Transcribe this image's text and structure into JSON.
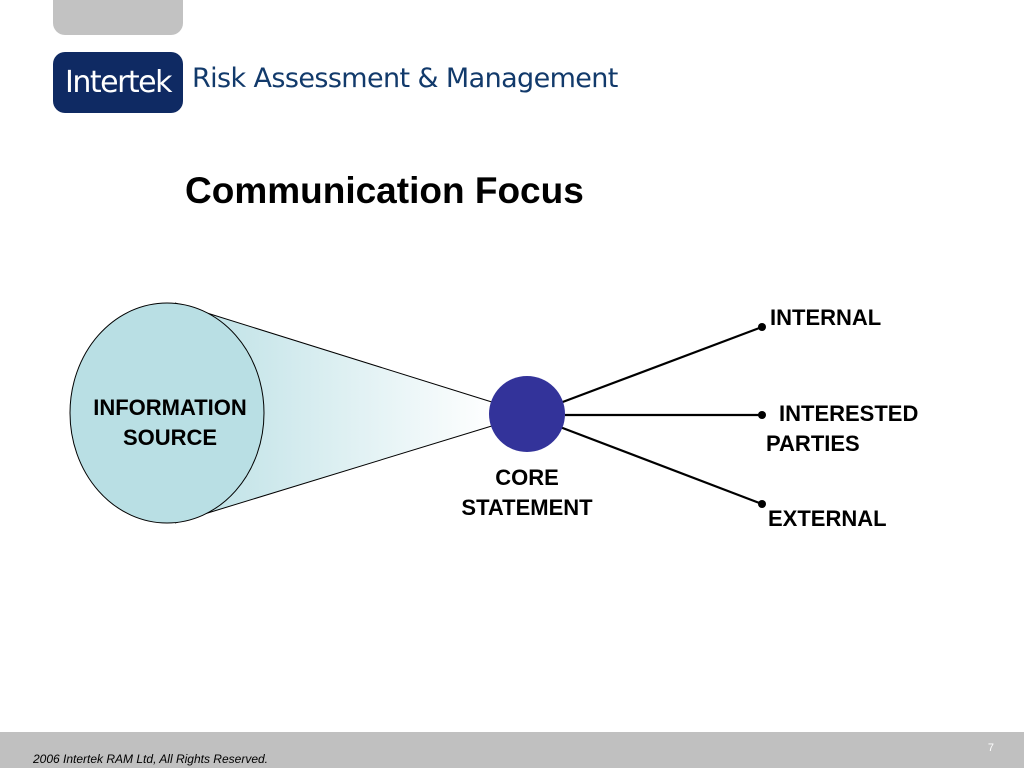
{
  "header": {
    "logo_text": "Intertek",
    "brand_text": "Risk Assessment & Management",
    "brand_color": "#123a6b",
    "logo_bg_color": "#0f2a63"
  },
  "slide": {
    "title": "Communication Focus"
  },
  "diagram": {
    "source": {
      "line1": "INFORMATION",
      "line2": "SOURCE",
      "fill": "#b9dfe4"
    },
    "core": {
      "line1": "CORE",
      "line2": "STATEMENT",
      "fill": "#33339a"
    },
    "targets": [
      {
        "label": "INTERNAL"
      },
      {
        "label_line1": "INTERESTED",
        "label_line2": "PARTIES"
      },
      {
        "label": "EXTERNAL"
      }
    ]
  },
  "footer": {
    "copyright": "2006 Intertek RAM Ltd, All Rights Reserved.",
    "page_number": "7"
  }
}
